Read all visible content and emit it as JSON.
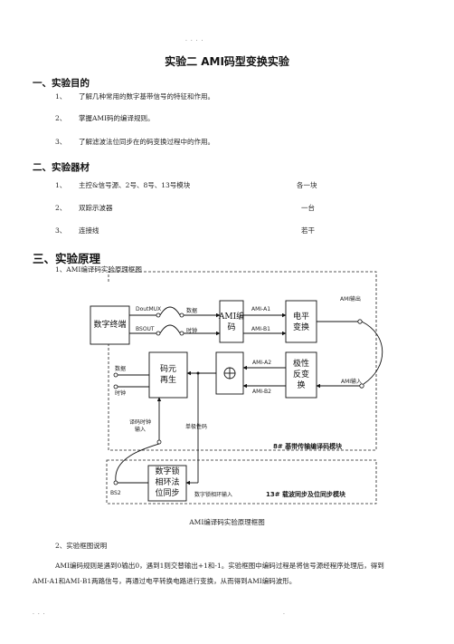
{
  "header": {
    "dots": ". .              . ."
  },
  "title": "实验二  AMI码型变换实验",
  "section1": {
    "heading": "一、实验目的",
    "items": [
      {
        "num": "1、",
        "text": "了解几种常用的数字基带信号的特征和作用。"
      },
      {
        "num": "2、",
        "text": "掌握AMI码的编译规则。"
      },
      {
        "num": "3、",
        "text": "了解滤波法位同步在的码变换过程中的作用。"
      }
    ]
  },
  "section2": {
    "heading": "二、实验器材",
    "items": [
      {
        "num": "1、",
        "text": "主控&信号源、2号、8号、13号模块",
        "qty": "各一块"
      },
      {
        "num": "2、",
        "text": "双踪示波器",
        "qty": "一台"
      },
      {
        "num": "3、",
        "text": "连接线",
        "qty": "若干"
      }
    ]
  },
  "section3": {
    "heading": "三、实验原理",
    "sub1": "1、AMI编译码实验原理框图",
    "caption": "AMI编译码实验原理框图",
    "sub2": "2、实验框图说明",
    "para_line1": "AMI编码规则是遇到0输出0，遇到1则交替输出+1和-1。实验框图中编码过程是将信号源经程序处理后，得到",
    "para_line2": "AMI-A1和AMI-B1两路信号，再通过电平转换电路进行变换，从而得到AMI编码波形。"
  },
  "diagram": {
    "box_digital_terminal": "数字终端",
    "box_ami_encoder_l1": "AMI编",
    "box_ami_encoder_l2": "码",
    "box_level_convert_l1": "电平",
    "box_level_convert_l2": "变换",
    "box_regen_l1": "码元",
    "box_regen_l2": "再生",
    "box_polarity_l1": "极性",
    "box_polarity_l2": "反变",
    "box_polarity_l3": "换",
    "box_pll_l1": "数字锁",
    "box_pll_l2": "相环法",
    "box_pll_l3": "位同步",
    "lbl_doutmux": "DoutMUX",
    "lbl_bsout": "BSOUT",
    "lbl_data_top": "数据",
    "lbl_clock_top": "时钟",
    "lbl_ami_a1": "AMI-A1",
    "lbl_ami_b1": "AMI-B1",
    "lbl_ami_out": "AMI输出",
    "lbl_ami_in": "AMI输入",
    "lbl_ami_a2": "AMI-A2",
    "lbl_ami_b2": "AMI-B2",
    "lbl_data_left": "数据",
    "lbl_clock_left": "时钟",
    "lbl_decode_clock_l1": "译码时钟",
    "lbl_decode_clock_l2": "输入",
    "lbl_unipolar": "单极性码",
    "lbl_bs2": "BS2",
    "lbl_pll_input": "数字锁相环输入",
    "module8_label": "8# 基带传输编译码模块",
    "module13_label": "13# 载波同步及位同步模块",
    "module_label_color": "#1a1a1a"
  },
  "footer": {
    "dots_left": ". . .",
    "dots_right": "."
  }
}
